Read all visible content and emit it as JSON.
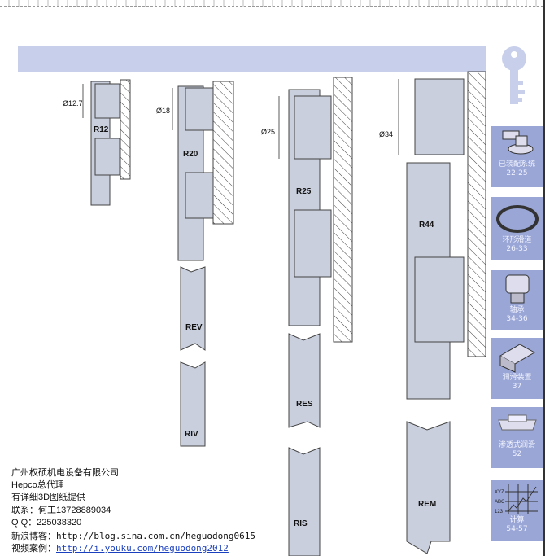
{
  "diagram": {
    "dims": [
      "Ø12.7",
      "Ø18",
      "Ø25",
      "Ø34"
    ],
    "rails": [
      "R12",
      "R20",
      "R25",
      "R44"
    ],
    "sections": [
      "REV",
      "RIV",
      "RES",
      "RIS",
      "REM"
    ]
  },
  "sidebar": {
    "tiles": [
      {
        "label": "已装配系统",
        "pages": "22-25"
      },
      {
        "label": "环形滑道",
        "pages": "26-33"
      },
      {
        "label": "轴承",
        "pages": "34-36"
      },
      {
        "label": "润滑装置",
        "pages": "37"
      },
      {
        "label": "渗透式润滑",
        "pages": "52"
      },
      {
        "label": "计算",
        "pages": "54-57",
        "chart_labels": [
          "XYZ",
          "ABC",
          "123"
        ]
      }
    ]
  },
  "contact": {
    "company": "广州权硕机电设备有限公司",
    "agent": "Hepco总代理",
    "cad": "有详细3D图纸提供",
    "phone": "联系：何工13728889034",
    "qq": "Q  Q：225038320",
    "blog_label": "新浪博客：",
    "blog_url": "http://blog.sina.com.cn/heguodong0615",
    "video_label": "视频案例：",
    "video_url": "http://i.youku.com/heguodong2012"
  },
  "colors": {
    "band": "#c8cfeb",
    "tile": "#9aa6d6",
    "part": "#c9cfdd"
  }
}
